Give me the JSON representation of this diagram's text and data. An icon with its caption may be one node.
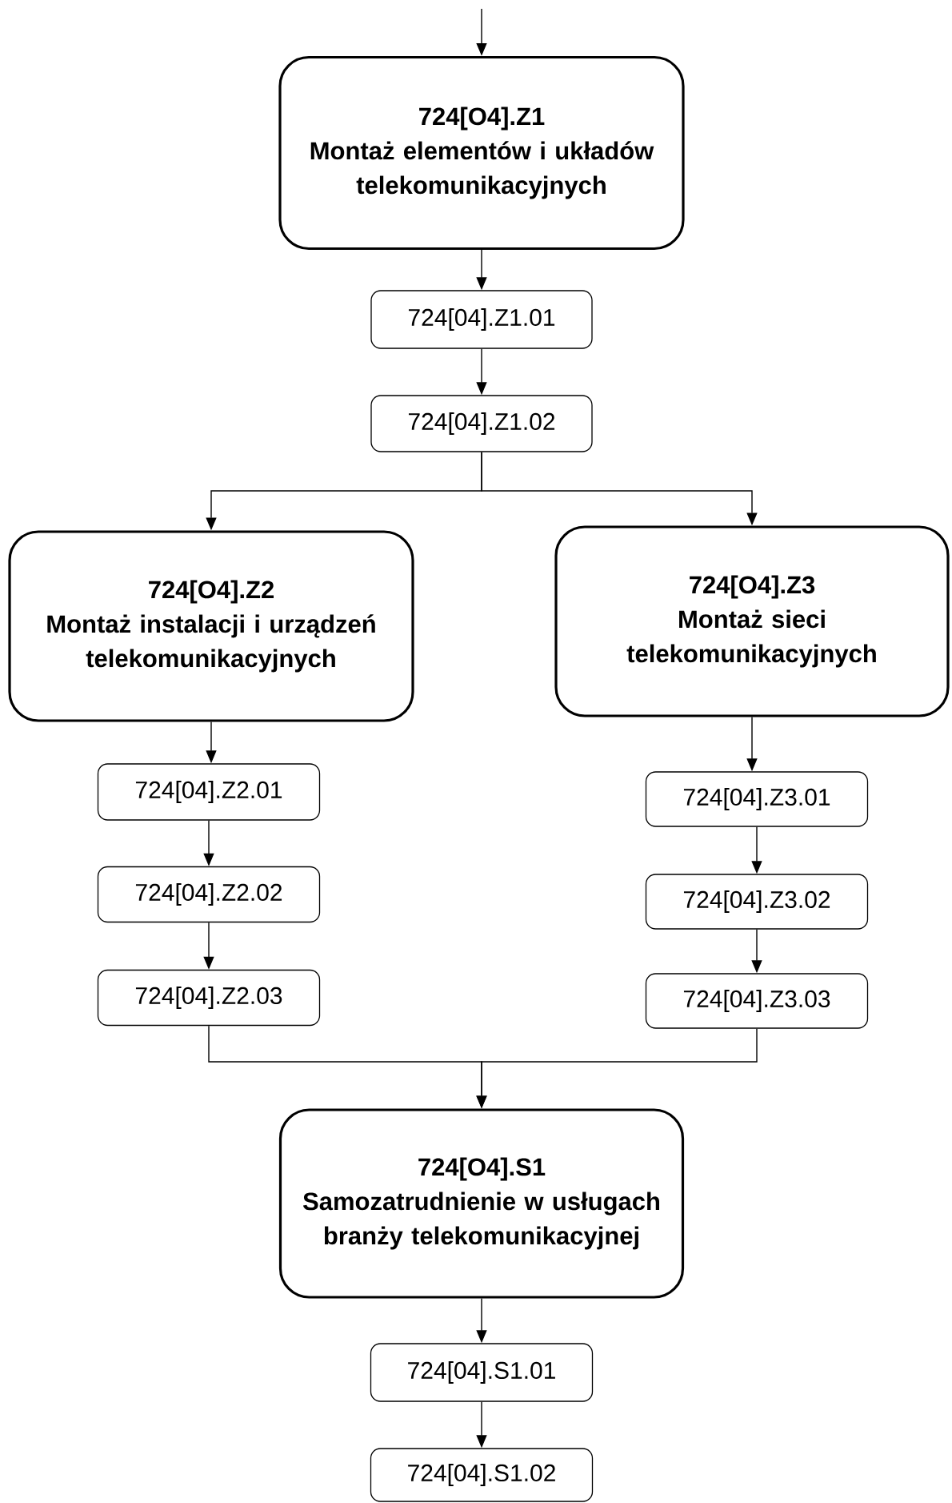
{
  "diagram": {
    "nodes": [
      {
        "text": [
          "724[O4].Z1",
          "Montaż elementów i układów telekomunikacyjnych"
        ]
      },
      {
        "text": [
          "724[04].Z1.01"
        ]
      },
      {
        "text": [
          "724[04].Z1.02"
        ]
      },
      {
        "text": [
          "724[O4].Z2",
          "Montaż instalacji i urządzeń telekomunikacyjnych"
        ]
      },
      {
        "text": [
          "724[O4].Z3",
          "Montaż sieci telekomunikacyjnych"
        ]
      },
      {
        "text": [
          "724[04].Z2.01"
        ]
      },
      {
        "text": [
          "724[04].Z2.02"
        ]
      },
      {
        "text": [
          "724[04].Z2.03"
        ]
      },
      {
        "text": [
          "724[04].Z3.01"
        ]
      },
      {
        "text": [
          "724[04].Z3.02"
        ]
      },
      {
        "text": [
          "724[04].Z3.03"
        ]
      },
      {
        "text": [
          "724[O4].S1",
          "Samozatrudnienie w usługach branży telekomunikacyjnej"
        ]
      },
      {
        "text": [
          "724[04].S1.01"
        ]
      },
      {
        "text": [
          "724[04].S1.02"
        ]
      }
    ],
    "edges": [
      {
        "from": null,
        "to": 0,
        "arrow": "to"
      },
      {
        "from": 0,
        "to": 1,
        "arrow": "to"
      },
      {
        "from": 1,
        "to": 2,
        "arrow": "to"
      },
      {
        "from": 2,
        "to": 3,
        "arrow": "to"
      },
      {
        "from": 2,
        "to": 4,
        "arrow": "to"
      },
      {
        "from": 3,
        "to": 5,
        "arrow": "to"
      },
      {
        "from": 5,
        "to": 6,
        "arrow": "to"
      },
      {
        "from": 6,
        "to": 7,
        "arrow": "to"
      },
      {
        "from": 4,
        "to": 8,
        "arrow": "to"
      },
      {
        "from": 8,
        "to": 9,
        "arrow": "to"
      },
      {
        "from": 9,
        "to": 10,
        "arrow": "to"
      },
      {
        "from": 7,
        "to": 11,
        "arrow": "to"
      },
      {
        "from": 10,
        "to": 11,
        "arrow": "to"
      },
      {
        "from": 11,
        "to": 12,
        "arrow": "to"
      },
      {
        "from": 12,
        "to": 13,
        "arrow": "to"
      }
    ]
  }
}
